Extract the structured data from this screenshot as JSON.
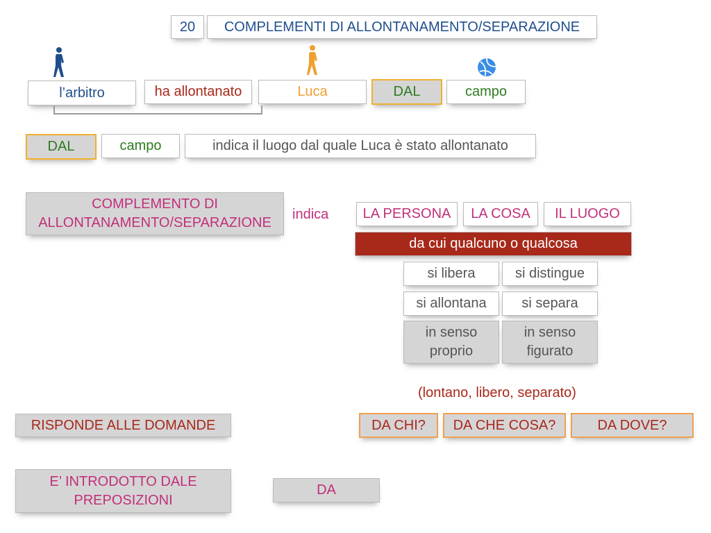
{
  "header": {
    "number": "20",
    "title": "COMPLEMENTI DI ALLONTANAMENTO/SEPARAZIONE"
  },
  "sentence": {
    "subject": "l’arbitro",
    "verb": "ha allontanato",
    "object": "Luca",
    "preposition": "DAL",
    "place": "campo"
  },
  "analysis": {
    "preposition": "DAL",
    "place": "campo",
    "explanation": "indica il luogo dal quale Luca è stato allontanato"
  },
  "definition": {
    "title_line1": "COMPLEMENTO DI",
    "title_line2": "ALLONTANAMENTO/SEPARAZIONE",
    "indica": "indica",
    "targets": [
      "LA PERSONA",
      "LA COSA",
      "IL LUOGO"
    ],
    "da_cui": "da cui qualcuno o qualcosa",
    "verbs": [
      "si libera",
      "si distingue",
      "si allontana",
      "si separa"
    ],
    "senso_proprio": [
      "in senso",
      "proprio"
    ],
    "senso_figurato": [
      "in senso",
      "figurato"
    ],
    "adjectives": "(lontano, libero, separato)"
  },
  "questions": {
    "label": "RISPONDE ALLE DOMANDE",
    "items": [
      "DA CHI?",
      "DA CHE COSA?",
      "DA DOVE?"
    ]
  },
  "prepositions": {
    "label_line1": "E’ INTRODOTTO DALE",
    "label_line2": "PREPOSIZIONI",
    "value": "DA"
  },
  "colors": {
    "blue": "#1f4e8c",
    "red": "#a8281a",
    "orange": "#f0a030",
    "green": "#2e7a1f",
    "magenta": "#c0307a"
  }
}
